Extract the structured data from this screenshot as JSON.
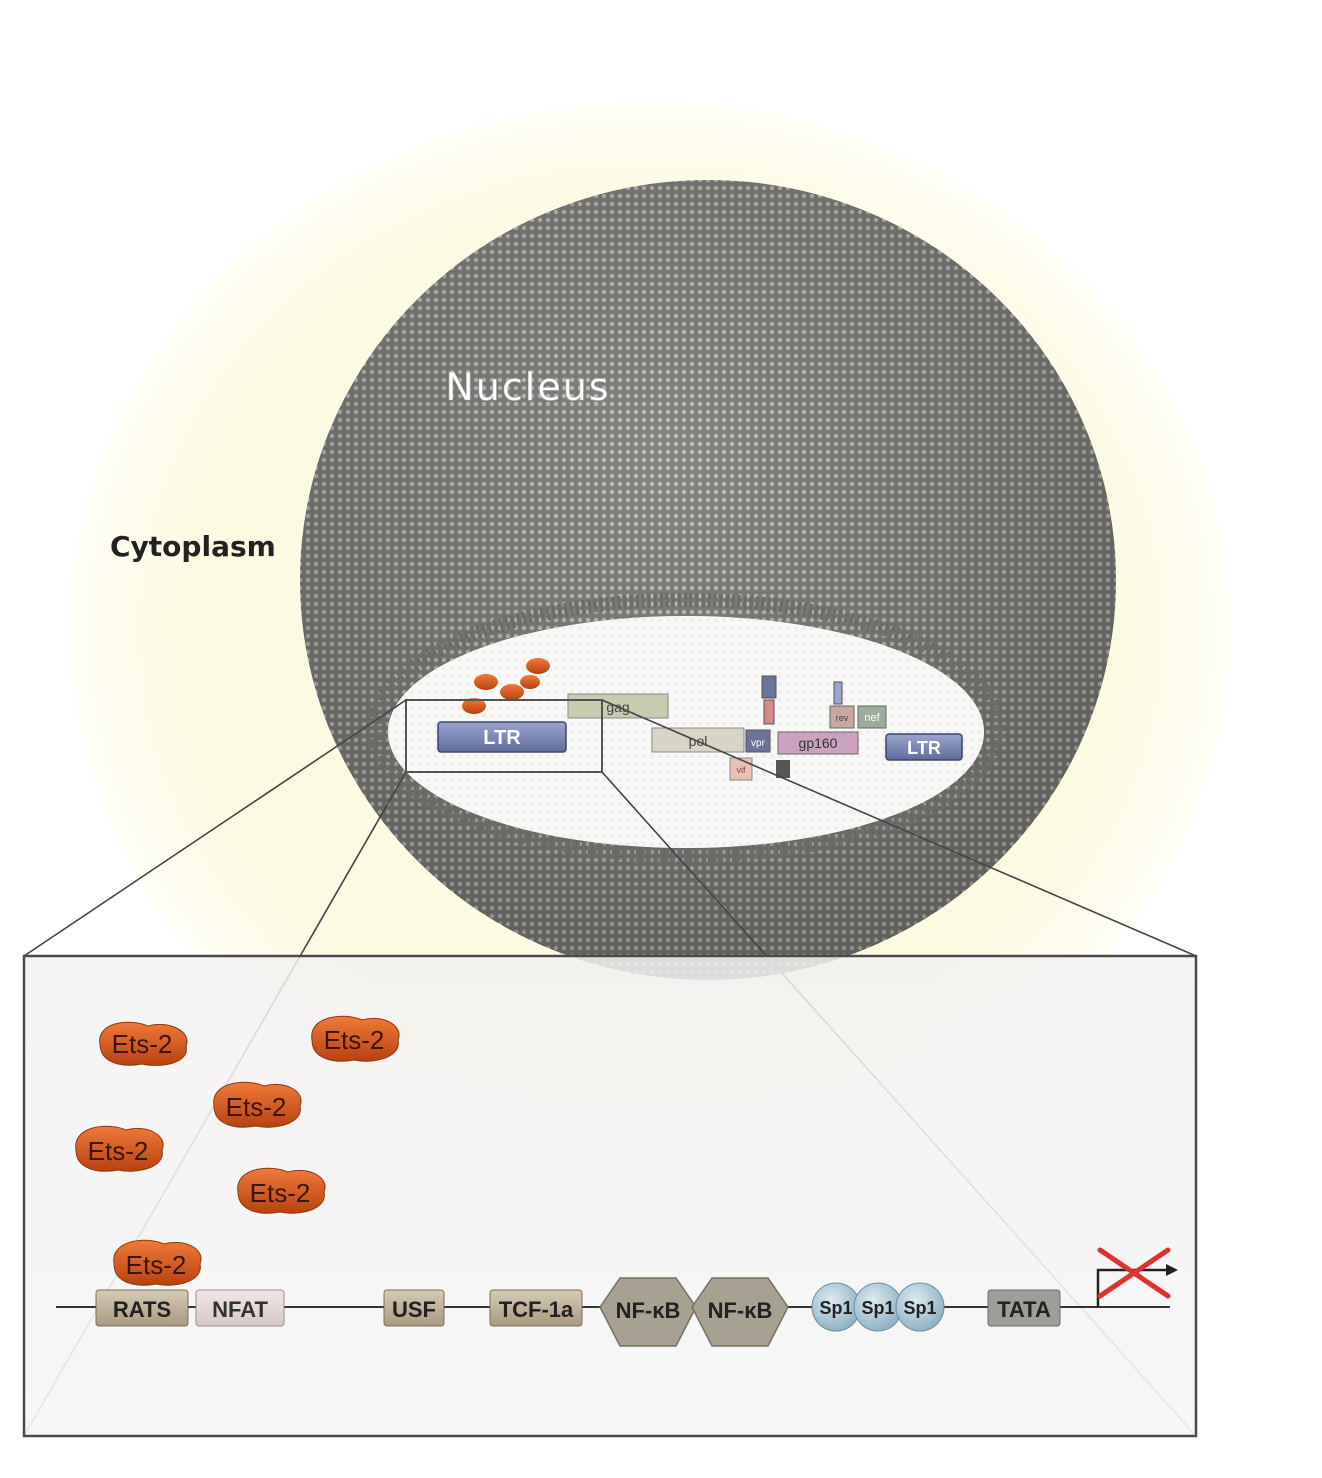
{
  "labels": {
    "nucleus": "Nucleus",
    "cytoplasm": "Cytoplasm"
  },
  "genome": {
    "ltr_left": "LTR",
    "ltr_right": "LTR",
    "gag": "gag",
    "pol": "pol",
    "vpr": "vpr",
    "gp160": "gp160",
    "rev": "rev",
    "nef": "nef",
    "vif": "vif"
  },
  "promoter": {
    "boxes": [
      "RATS",
      "NFAT",
      "USF",
      "TCF-1a",
      "NF-κB",
      "NF-κB",
      "Sp1",
      "Sp1",
      "Sp1",
      "TATA"
    ]
  },
  "ets": {
    "label": "Ets-2",
    "count": 6
  },
  "colors": {
    "cytoplasm": "#fdfbe6",
    "nucleus": "#8e8f8a",
    "ltr": "#7b88b5",
    "ets": "#d4521a",
    "box": "#b9ab93",
    "nfkb": "#a7a191",
    "sp1": "#a9c6d6",
    "block_x": "#e03030"
  }
}
